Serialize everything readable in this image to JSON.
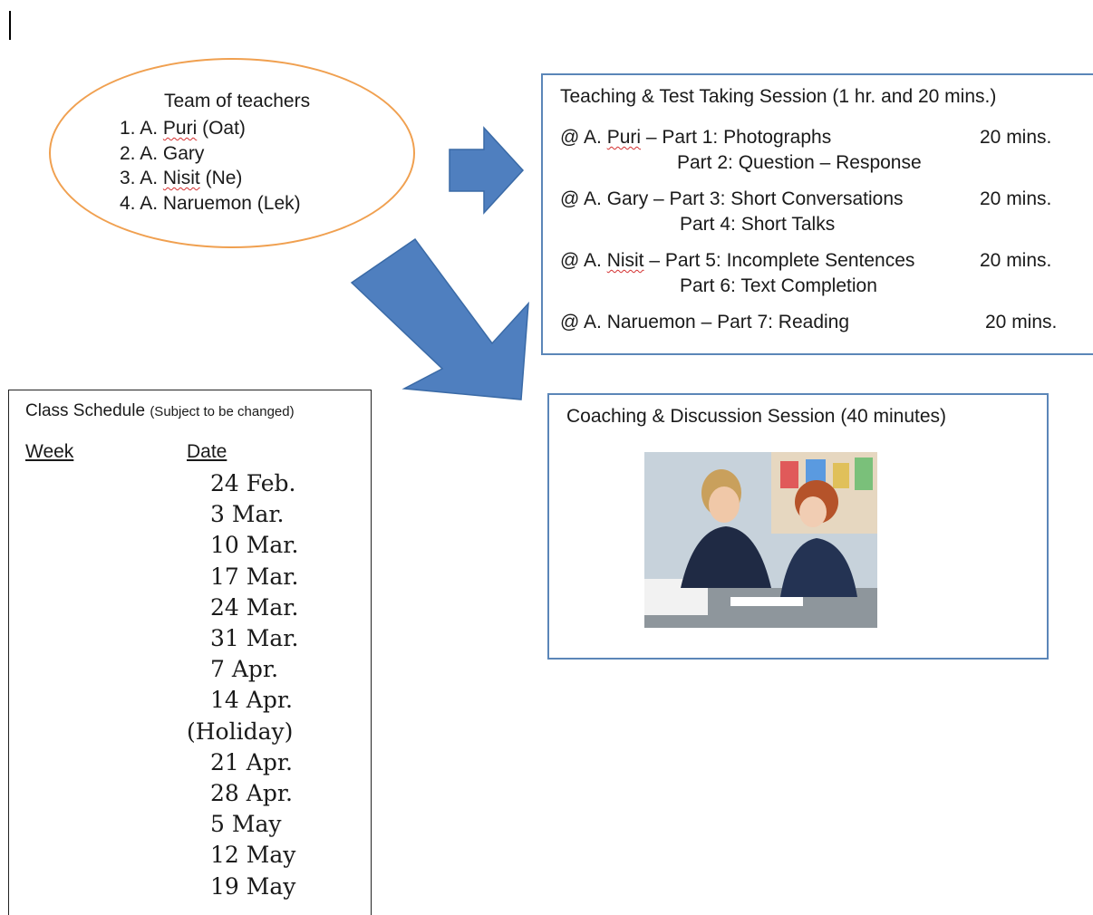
{
  "team": {
    "title": "Team of teachers",
    "members": [
      {
        "num": "1.",
        "pre": "A.",
        "name": "Puri",
        "post": "(Oat)",
        "flag": true
      },
      {
        "num": "2.",
        "pre": "A.",
        "name": "Gary",
        "post": "",
        "flag": false
      },
      {
        "num": "3.",
        "pre": "A.",
        "name": "Nisit",
        "post": "(Ne)",
        "flag": true
      },
      {
        "num": "4.",
        "pre": "A.",
        "name": "Naruemon",
        "post": "(Lek)",
        "flag": false
      }
    ]
  },
  "teaching": {
    "title": "Teaching & Test Taking Session (1 hr. and 20 mins.)",
    "sessions": [
      {
        "at": "@ A.",
        "teacher": "Puri",
        "flag": true,
        "line1": "– Part 1: Photographs",
        "line2": "Part 2: Question – Response",
        "duration": "20 mins."
      },
      {
        "at": "@ A.",
        "teacher": "Gary",
        "flag": false,
        "line1": "– Part 3: Short Conversations",
        "line2": "Part 4: Short Talks",
        "duration": "20 mins."
      },
      {
        "at": "@ A.",
        "teacher": "Nisit",
        "flag": true,
        "line1": "– Part 5: Incomplete Sentences",
        "line2": "Part 6: Text Completion",
        "duration": "20 mins."
      },
      {
        "at": "@ A.",
        "teacher": "Naruemon",
        "flag": false,
        "line1": "– Part 7: Reading",
        "line2": "",
        "duration": "20 mins."
      }
    ]
  },
  "coaching": {
    "title": "Coaching & Discussion Session (40 minutes)"
  },
  "schedule": {
    "title": "Class Schedule",
    "note": "(Subject to be changed)",
    "week_header": "Week",
    "date_header": "Date",
    "dates": [
      "24 Feb.",
      "3 Mar.",
      "10 Mar.",
      "17 Mar.",
      "24 Mar.",
      "31 Mar.",
      "7 Apr.",
      "14 Apr.",
      "(Holiday)",
      "21 Apr.",
      "28 Apr.",
      "5 May",
      "12 May",
      "19 May"
    ]
  },
  "colors": {
    "arrow": "#4f7fbf",
    "box_border": "#5b86b8",
    "ellipse_border": "#f0a050"
  }
}
